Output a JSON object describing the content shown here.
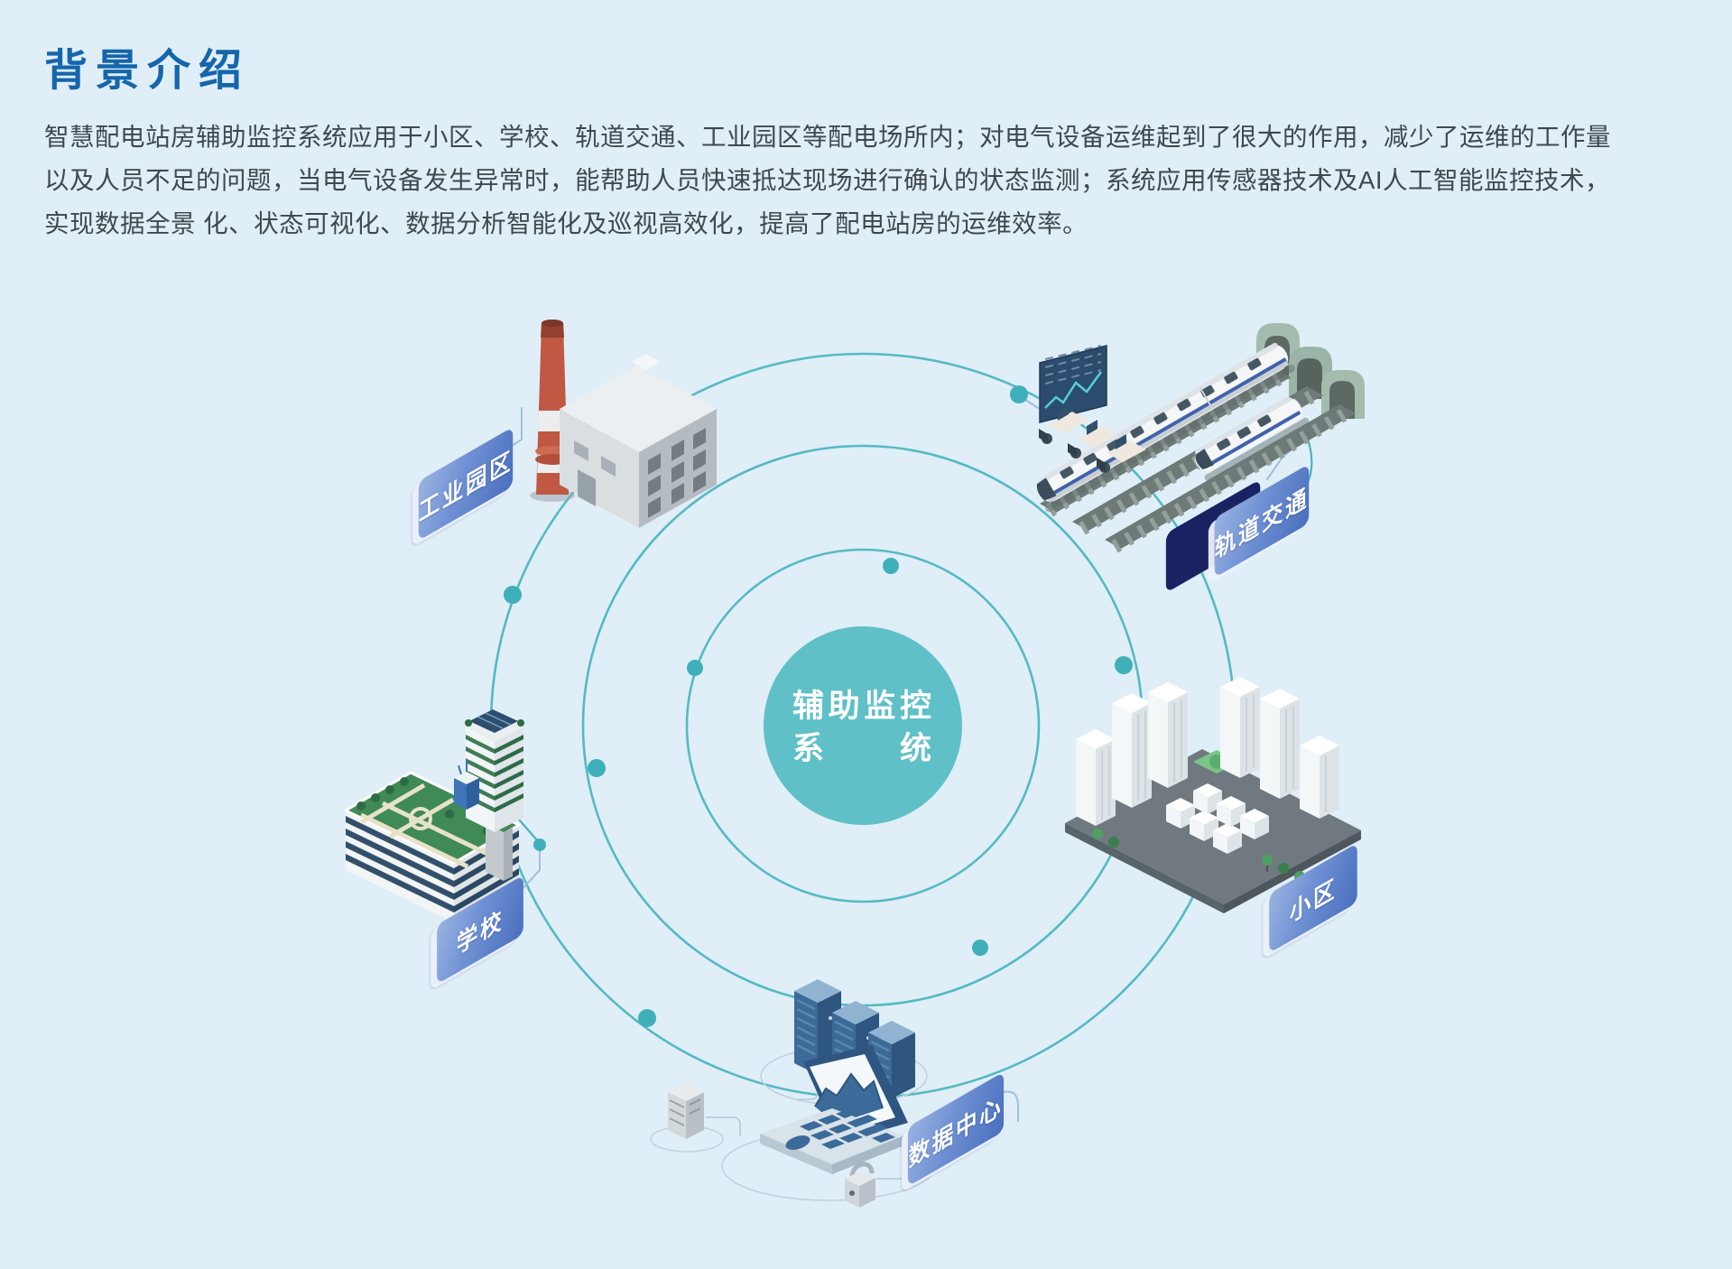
{
  "header": {
    "title": "背景介绍"
  },
  "intro": {
    "lines": [
      "智慧配电站房辅助监控系统应用于小区、学校、轨道交通、工业园区等配电场所内；对电气设备运维起到了很大的作用，减少了运维的工作量",
      "以及人员不足的问题，当电气设备发生异常时，能帮助人员快速抵达现场进行确认的状态监测；系统应用传感器技术及AI人工智能监控技术，",
      "实现数据全景 化、状态可视化、数据分析智能化及巡视高效化，提高了配电站房的运维效率。"
    ]
  },
  "diagram": {
    "center": {
      "lines": [
        "辅助监控",
        "系统"
      ]
    },
    "nodes": [
      {
        "id": "industrial-park",
        "label": "工业园区"
      },
      {
        "id": "rail-transit",
        "label": "轨道交通"
      },
      {
        "id": "school",
        "label": "学校"
      },
      {
        "id": "community",
        "label": "小区"
      },
      {
        "id": "data-center",
        "label": "数据中心"
      }
    ],
    "colors": {
      "background": "#e0eef7",
      "title_blue": "#1566ab",
      "ring_teal": "#45b4be",
      "center_fill": "#5fc0c7",
      "label_blue": "#4a6fbe"
    }
  }
}
